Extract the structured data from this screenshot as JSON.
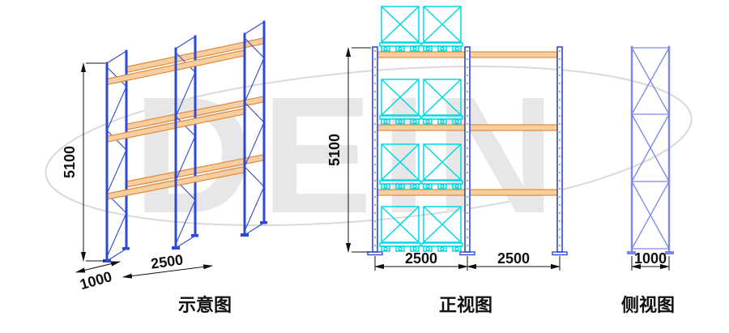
{
  "colors": {
    "upright": "#2d49d8",
    "upright-light": "#7d86ea",
    "beam-fill": "#f7cf9f",
    "beam-stroke": "#e08a3c",
    "pallet": "#00d9e4",
    "dim": "#101010",
    "watermark": "#e7e7e7",
    "swoosh": "#d9d9d9"
  },
  "watermark": {
    "text": "DEIN"
  },
  "views": {
    "schematic": {
      "caption": "示意图",
      "dims": {
        "height": "5100",
        "depth": "1000",
        "bay_width": "2500"
      }
    },
    "front": {
      "caption": "正视图",
      "dims": {
        "height": "5100",
        "left_bay": "2500",
        "right_bay": "2500"
      }
    },
    "side": {
      "caption": "侧视图",
      "dims": {
        "depth": "1000"
      }
    }
  }
}
